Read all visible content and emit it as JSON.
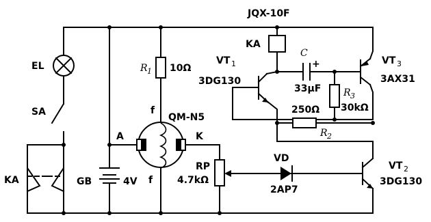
{
  "labels": {
    "relay_model": "JQX-10F",
    "ka_relay": "KA",
    "ka_contact": "KA",
    "el": "EL",
    "sa": "SA",
    "gb": "GB",
    "gb_value": "4V",
    "node_a": "A",
    "node_k": "K",
    "r1_letter": "R",
    "r1_sub": "1",
    "r1_value": "10Ω",
    "f_top": "f",
    "f_bottom": "f",
    "sensor": "QM-N5",
    "vt1_name": "VT",
    "vt1_sub": "1",
    "vt1_model": "3DG130",
    "c_name": "C",
    "c_plus": "+",
    "c_value": "33μF",
    "r3_letter": "R",
    "r3_sub": "3",
    "r3_value": "30kΩ",
    "vt3_name": "VT",
    "vt3_sub": "3",
    "vt3_model": "3AX31",
    "r2_value": "250Ω",
    "r2_letter": "R",
    "r2_sub": "2",
    "vd_name": "VD",
    "vd_model": "2AP7",
    "rp_name": "RP",
    "rp_value": "4.7kΩ",
    "vt2_name": "VT",
    "vt2_sub": "2",
    "vt2_model": "3DG130"
  }
}
